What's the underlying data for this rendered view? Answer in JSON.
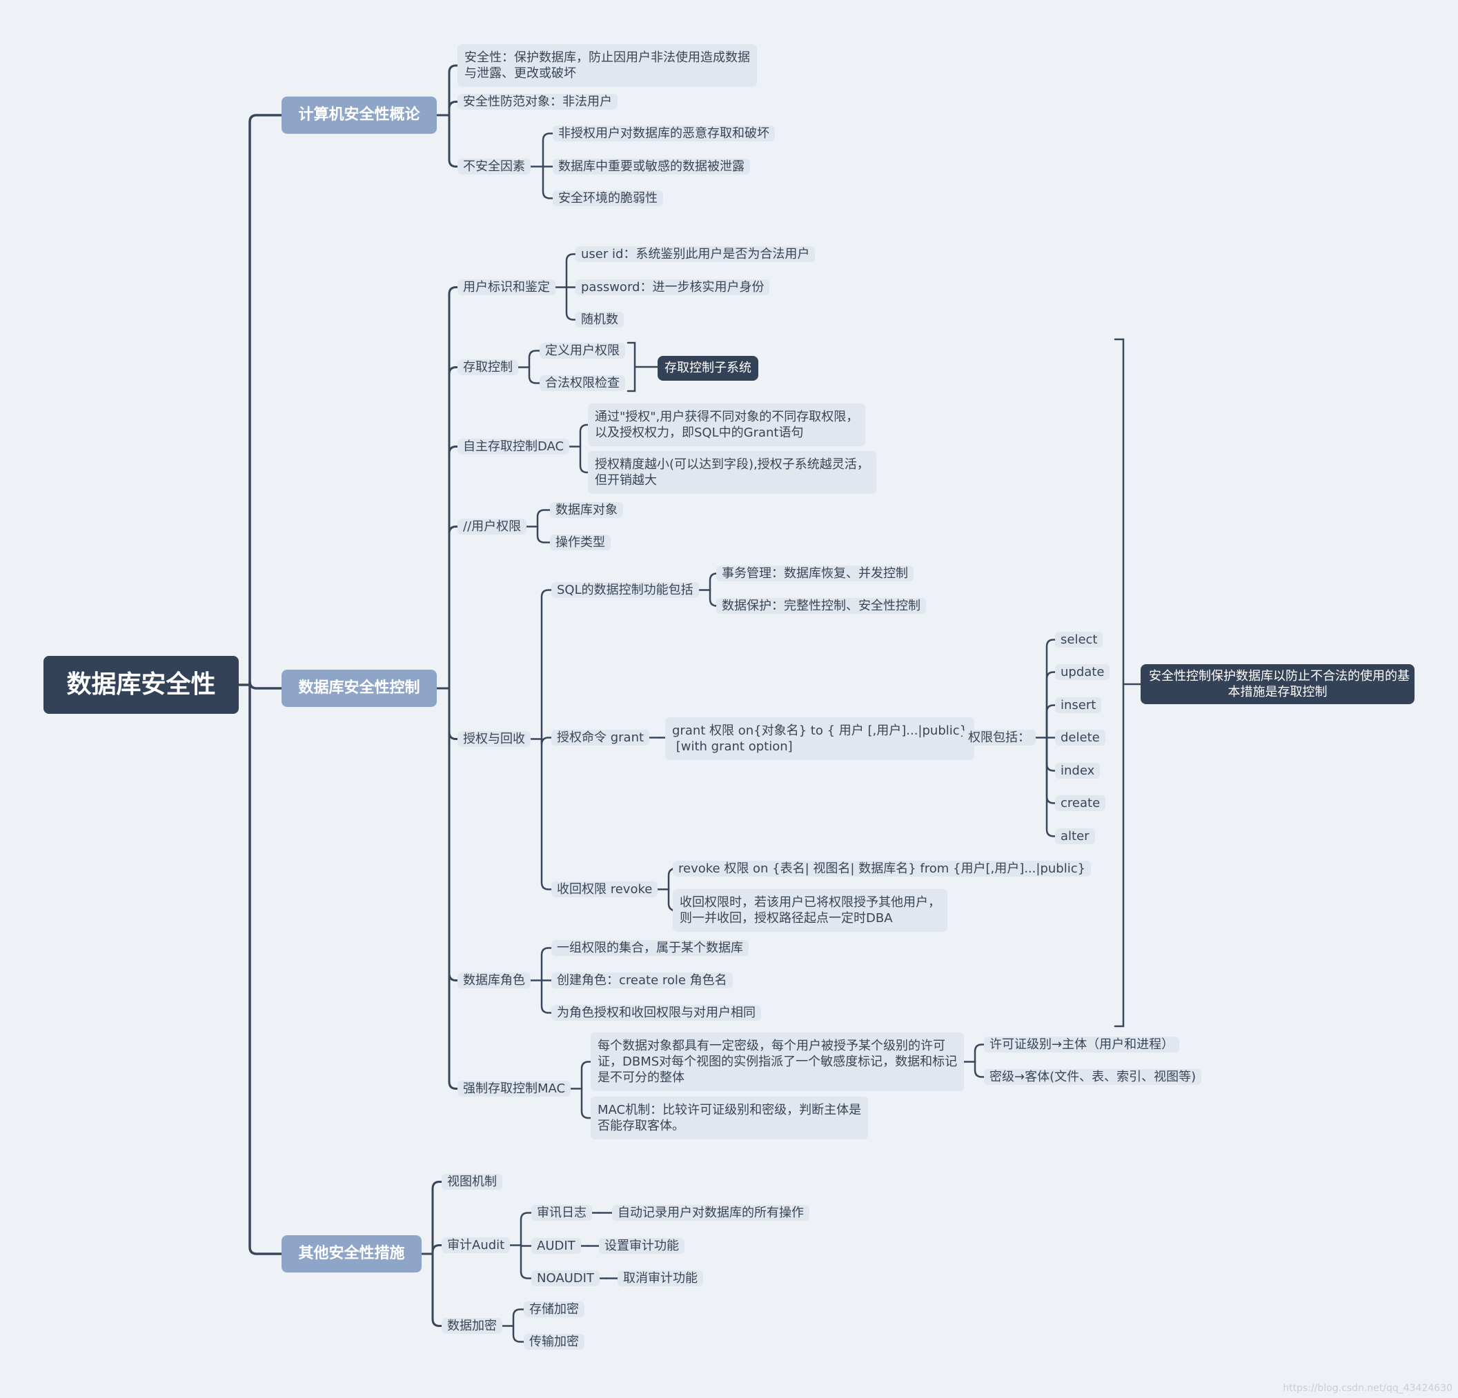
{
  "root": "数据库安全性",
  "branches": {
    "concept": {
      "label": "计算机安全性概论",
      "security": "安全性：保护数据库，防止因用户非法使用造成数据\n与泄露、更改或破坏",
      "target": "安全性防范对象：非法用户",
      "unsafe": "不安全因素",
      "unsafe_items": [
        "非授权用户对数据库的恶意存取和破坏",
        "数据库中重要或敏感的数据被泄露",
        "安全环境的脆弱性"
      ]
    },
    "control": {
      "label": "数据库安全性控制",
      "ident": "用户标识和鉴定",
      "ident_items": [
        "user id：系统鉴别此用户是否为合法用户",
        "password：进一步核实用户身份",
        "随机数"
      ],
      "access": "存取控制",
      "access_items": [
        "定义用户权限",
        "合法权限检查"
      ],
      "access_subsystem": "存取控制子系统",
      "dac": "自主存取控制DAC",
      "dac_items": [
        "通过\"授权\",用户获得不同对象的不同存取权限，\n以及授权权力，即SQL中的Grant语句",
        "授权精度越小(可以达到字段),授权子系统越灵活，\n但开销越大"
      ],
      "user_perm": "//用户权限",
      "user_perm_items": [
        "数据库对象",
        "操作类型"
      ],
      "grant_revoke": "授权与回收",
      "sql_func": "SQL的数据控制功能包括",
      "sql_func_items": [
        "事务管理：数据库恢复、并发控制",
        "数据保护：完整性控制、安全性控制"
      ],
      "grant_cmd": "授权命令 grant",
      "grant_syntax": "grant 权限 on{对象名} to { 用户 [,用户]...|public}\n [with grant option]",
      "perm_include": "权限包括：",
      "perms": [
        "select",
        "update",
        "insert",
        "delete",
        "index",
        "create",
        "alter"
      ],
      "revoke_cmd": "收回权限 revoke",
      "revoke_items": [
        "revoke 权限 on {表名| 视图名| 数据库名} from {用户[,用户]...|public}",
        "收回权限时，若该用户已将权限授予其他用户，\n则一并收回，授权路径起点一定时DBA"
      ],
      "role": "数据库角色",
      "role_items": [
        "一组权限的集合，属于某个数据库",
        "创建角色：create role 角色名",
        "为角色授权和收回权限与对用户相同"
      ],
      "mac": "强制存取控制MAC",
      "mac_desc": "每个数据对象都具有一定密级，每个用户被授予某个级别的许可\n证，DBMS对每个视图的实例指派了一个敏感度标记，数据和标记\n是不可分的整体",
      "mac_sub": [
        "许可证级别→主体（用户和进程）",
        "密级→客体(文件、表、索引、视图等)"
      ],
      "mac_mech": "MAC机制：比较许可证级别和密级，判断主体是\n否能存取客体。",
      "summary": "安全性控制保护数据库以防止不合法的使用的基\n本措施是存取控制"
    },
    "other": {
      "label": "其他安全性措施",
      "view": "视图机制",
      "audit": "审计Audit",
      "audit_items": [
        {
          "k": "审讯日志",
          "v": "自动记录用户对数据库的所有操作"
        },
        {
          "k": "AUDIT",
          "v": "设置审计功能"
        },
        {
          "k": "NOAUDIT",
          "v": "取消审计功能"
        }
      ],
      "encrypt": "数据加密",
      "encrypt_items": [
        "存储加密",
        "传输加密"
      ]
    }
  },
  "watermark": "https://blog.csdn.net/qq_43424630",
  "colors": {
    "background": "#eef2f7",
    "root": "#344257",
    "main": "#8ea5c8",
    "node": "#e1e7ef",
    "line": "#39465a"
  }
}
